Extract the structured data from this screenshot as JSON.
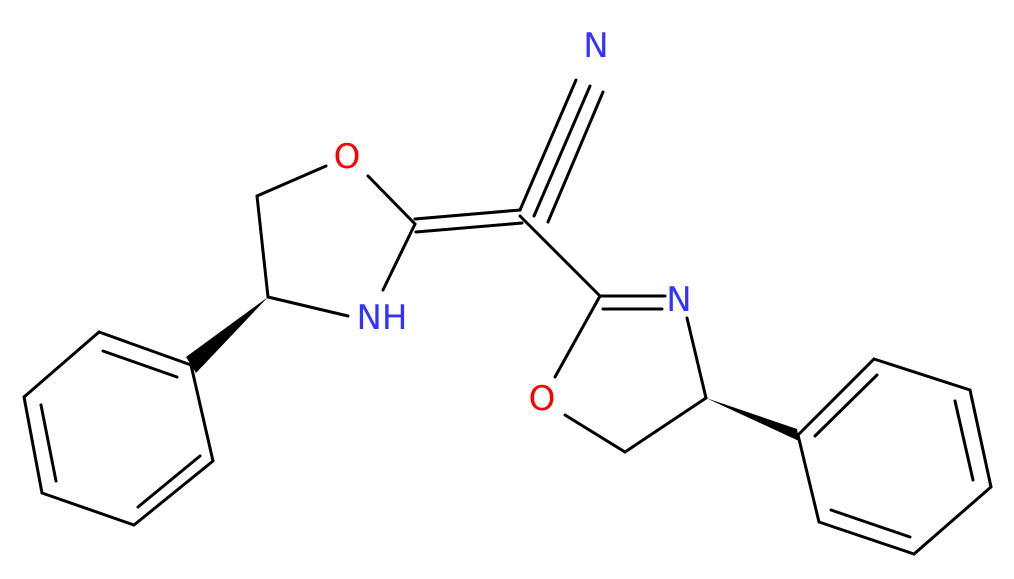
{
  "atoms": {
    "n_nitrile": {
      "text": "N",
      "color": "#3333ff"
    },
    "o_left_ring": {
      "text": "O",
      "color": "#ff0000"
    },
    "nh_left_ring": {
      "text": "NH",
      "color": "#3333ff"
    },
    "n_right_ring": {
      "text": "N",
      "color": "#3333ff"
    },
    "o_right_ring": {
      "text": "O",
      "color": "#ff0000"
    }
  },
  "colors": {
    "bond": "#000000",
    "background": "#ffffff"
  }
}
